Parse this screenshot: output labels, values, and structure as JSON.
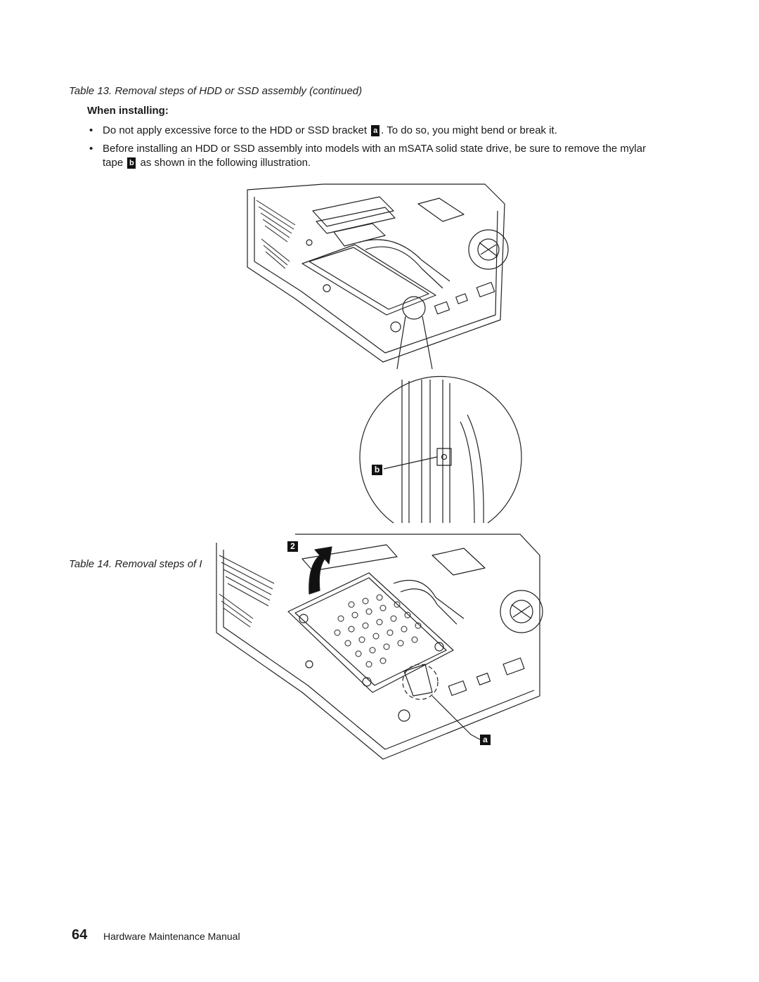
{
  "table13_caption": "Table 13.  Removal steps of HDD or SSD assembly (continued)",
  "when_installing_heading": "When installing:",
  "bullets": [
    {
      "before": "Do not apply excessive force to the HDD or SSD bracket",
      "callout": "a",
      "after": ". To do so, you might bend or break it."
    },
    {
      "before": "Before installing an HDD or SSD assembly into models with an mSATA solid state drive, be sure to remove the mylar tape",
      "callout": "b",
      "after": " as shown in the following illustration."
    }
  ],
  "table14_caption": "Table 14.  Removal steps of I",
  "diagram_labels": {
    "b": "b",
    "a": "a",
    "step": "2"
  },
  "footer": {
    "page_number": "64",
    "title": "Hardware Maintenance Manual"
  }
}
